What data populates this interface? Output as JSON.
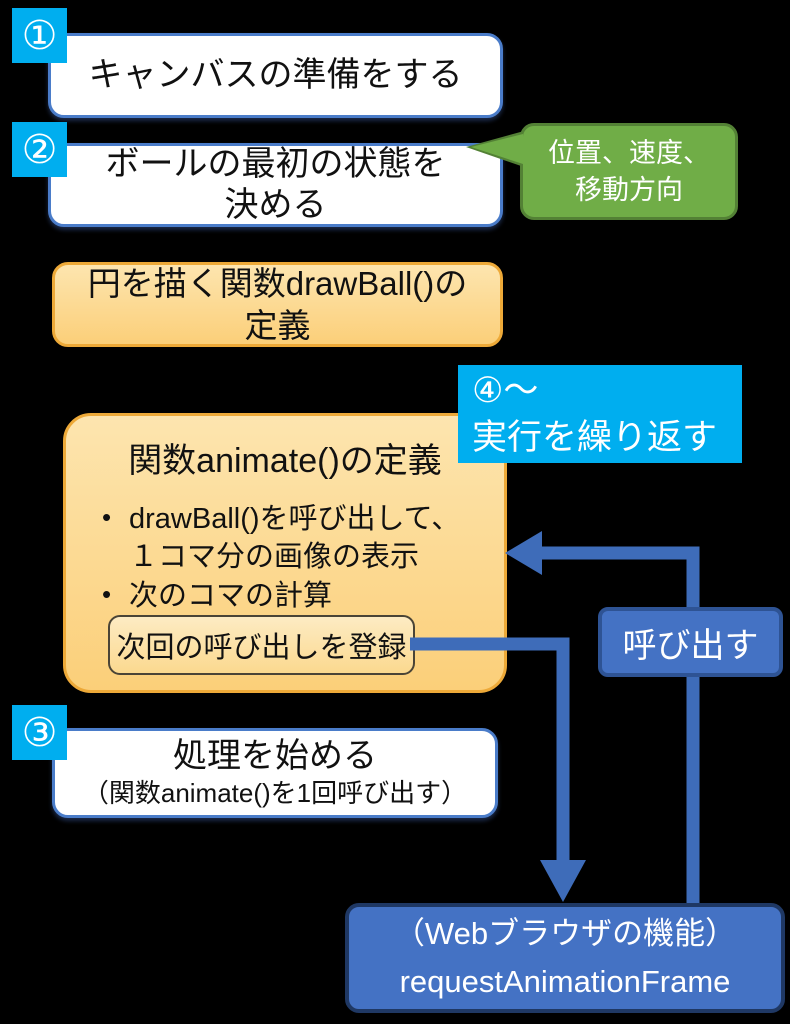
{
  "colors": {
    "background": "#000000",
    "step_badge_cyan": "#00AEEF",
    "process_border_blue": "#4A7CC9",
    "callout_green": "#70AD47",
    "callout_green_border": "#538135",
    "orange_fill": "#FBD488",
    "orange_border": "#EDA938",
    "arrow_blue": "#3E6CB9",
    "blue_box_fill": "#4472C4",
    "blue_box_border": "#2E5394",
    "raf_box_border": "#1F3864"
  },
  "steps": {
    "badge1": "①",
    "box1": "キャンバスの準備をする",
    "badge2": "②",
    "box2_line1": "ボールの最初の状態を",
    "box2_line2": "決める",
    "badge3": "③",
    "box3_line1": "処理を始める",
    "box3_line2": "（関数animate()を1回呼び出す）"
  },
  "callout": {
    "line1": "位置、速度、",
    "line2": "移動方向"
  },
  "drawball_box": {
    "line1": "円を描く関数drawBall()の",
    "line2": "定義"
  },
  "loop_label": {
    "line1": "④～",
    "line2": "実行を繰り返す"
  },
  "animate_box": {
    "title": "関数animate()の定義",
    "bullet_mark": "•",
    "bullet1_line1": "drawBall()を呼び出して、",
    "bullet1_line2": "１コマ分の画像の表示",
    "bullet2": "次のコマの計算",
    "register_label": "次回の呼び出しを登録"
  },
  "call_label": "呼び出す",
  "raf_box": {
    "line1": "（Webブラウザの機能）",
    "line2": "requestAnimationFrame"
  }
}
